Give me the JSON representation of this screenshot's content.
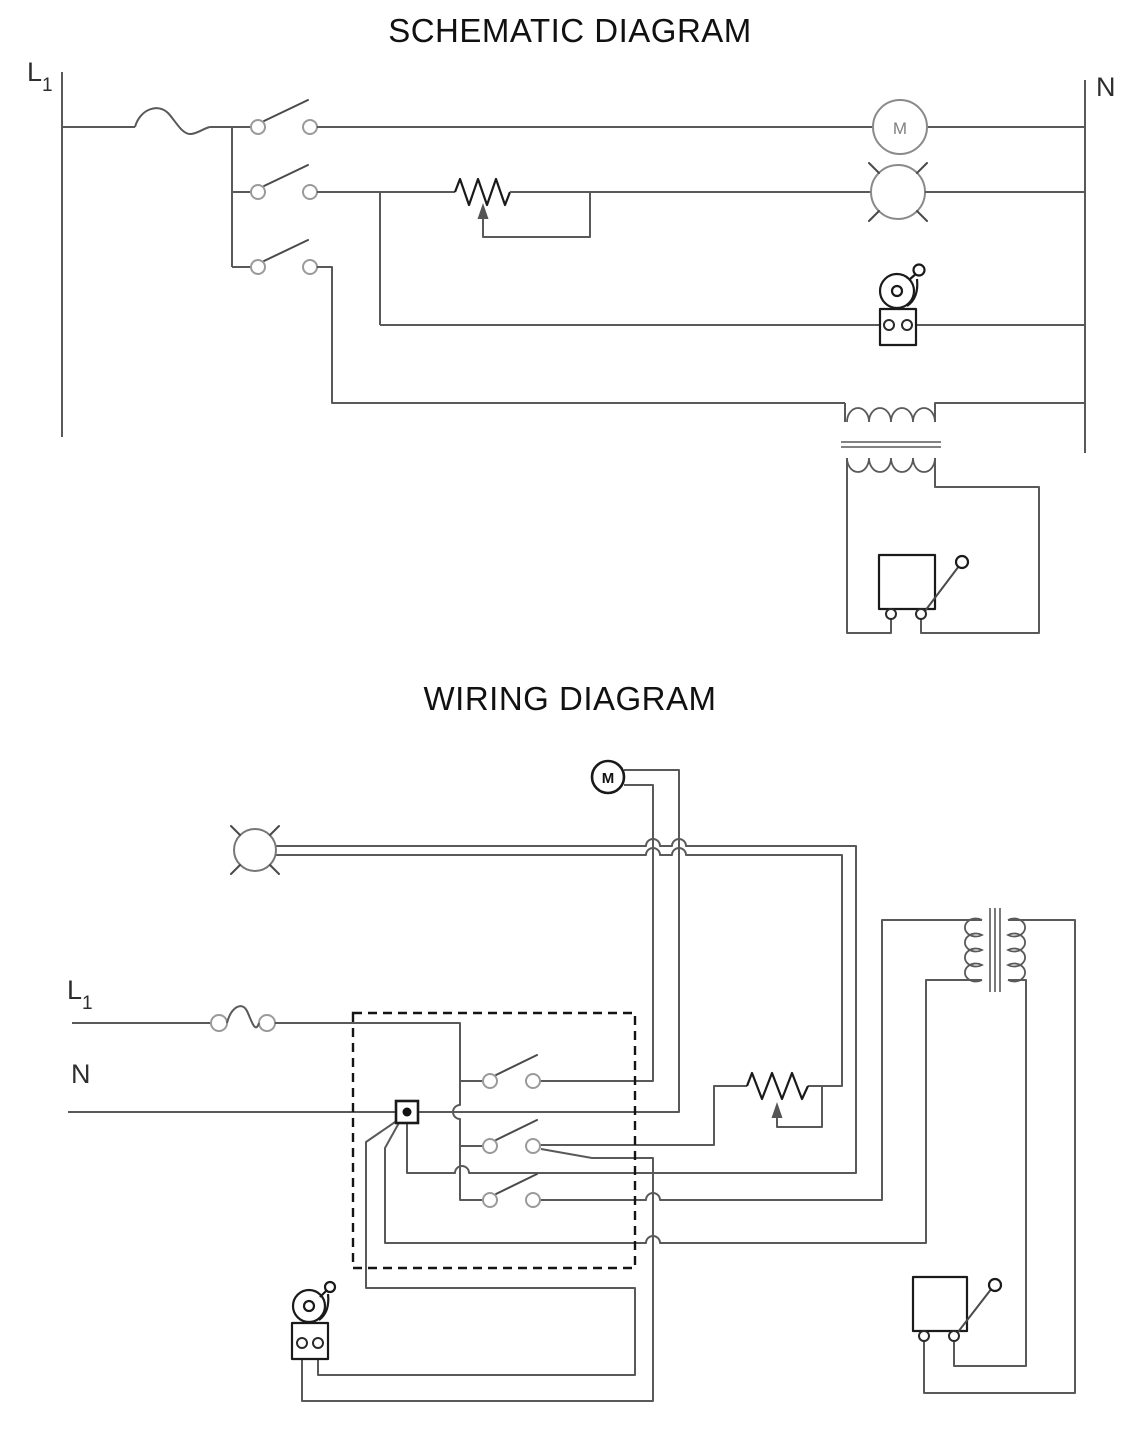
{
  "titles": {
    "schematic": "SCHEMATIC DIAGRAM",
    "wiring": "WIRING DIAGRAM"
  },
  "labels": {
    "schematic_l1": {
      "main": "L",
      "sub": "1"
    },
    "schematic_n": "N",
    "wiring_l1": {
      "main": "L",
      "sub": "1"
    },
    "wiring_n": "N",
    "schematic_motor_letter": "M",
    "wiring_motor_letter": "M"
  },
  "symbols": {
    "fuse": "fuse-icon",
    "switch_1": "spst-switch-icon",
    "switch_2": "spst-switch-icon",
    "switch_3": "spst-switch-icon",
    "motor": "motor-icon",
    "lamp": "lamp-icon",
    "rheostat": "rheostat-arrow-icon",
    "bell": "bell-chime-icon",
    "transformer": "transformer-coil-icon",
    "thermostat": "thermostat-contact-icon",
    "junction_box": "junction-box-icon",
    "switch_enclosure": "dashed-enclosure"
  },
  "colors": {
    "wire": "#595959",
    "component": "#1a1a1a",
    "terminal": "#9a9a9a",
    "text": "#111111",
    "background": "#ffffff"
  }
}
